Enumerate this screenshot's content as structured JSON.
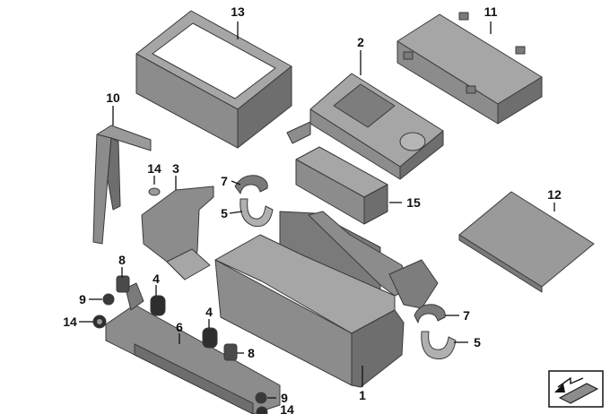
{
  "callouts": {
    "c1": "1",
    "c2": "2",
    "c3": "3",
    "c4a": "4",
    "c4b": "4",
    "c5a": "5",
    "c5b": "5",
    "c6": "6",
    "c7a": "7",
    "c7b": "7",
    "c8a": "8",
    "c8b": "8",
    "c9a": "9",
    "c9b": "9",
    "c10": "10",
    "c11": "11",
    "c12": "12",
    "c13": "13",
    "c14a": "14",
    "c14b": "14",
    "c14c": "14",
    "c15": "15"
  },
  "colors": {
    "part_fill": "#8c8c8c",
    "part_light": "#a6a6a6",
    "part_dark": "#6e6e6e",
    "pad_fill": "#9a9a9a",
    "leader": "#111111"
  },
  "icons": {
    "view_indicator": "view-direction-icon"
  }
}
